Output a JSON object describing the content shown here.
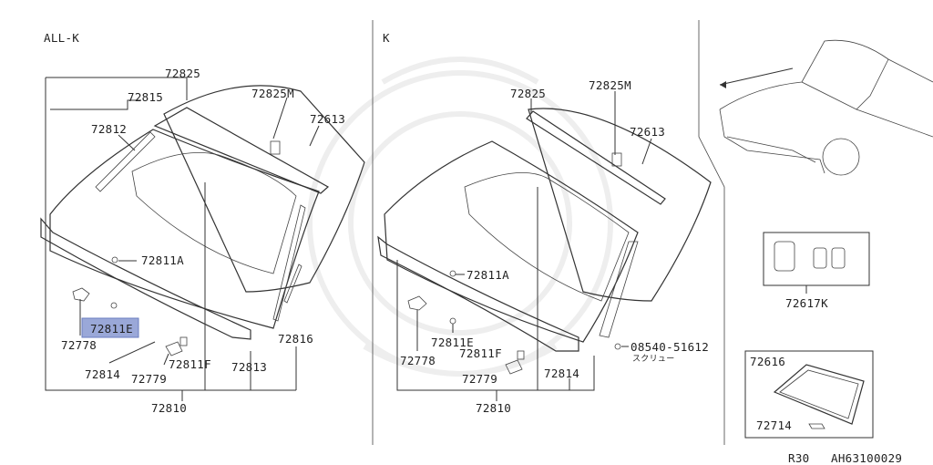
{
  "panels": {
    "left": {
      "title": "ALL-K"
    },
    "middle": {
      "title": "K"
    }
  },
  "left_labels": {
    "p72825": "72825",
    "p72815": "72815",
    "p72825m": "72825M",
    "p72613": "72613",
    "p72812": "72812",
    "p72811a": "72811A",
    "p72811e": "72811E",
    "p72778": "72778",
    "p72814": "72814",
    "p72779": "72779",
    "p72811f": "72811F",
    "p72813": "72813",
    "p72816": "72816",
    "p72810": "72810"
  },
  "mid_labels": {
    "p72825": "72825",
    "p72825m": "72825M",
    "p72613": "72613",
    "p72811a": "72811A",
    "p72778": "72778",
    "p72811e": "72811E",
    "p72811f": "72811F",
    "p72779": "72779",
    "p72814": "72814",
    "p08540": "08540-51612",
    "screw_jp": "スクリュー",
    "p72810": "72810"
  },
  "right_labels": {
    "p72617k": "72617K",
    "p72616": "72616",
    "p72714": "72714"
  },
  "footer": {
    "code": "R30",
    "ref": "AH63100029"
  },
  "highlight": {
    "part": "72811E",
    "color": "#9aa8d8"
  }
}
